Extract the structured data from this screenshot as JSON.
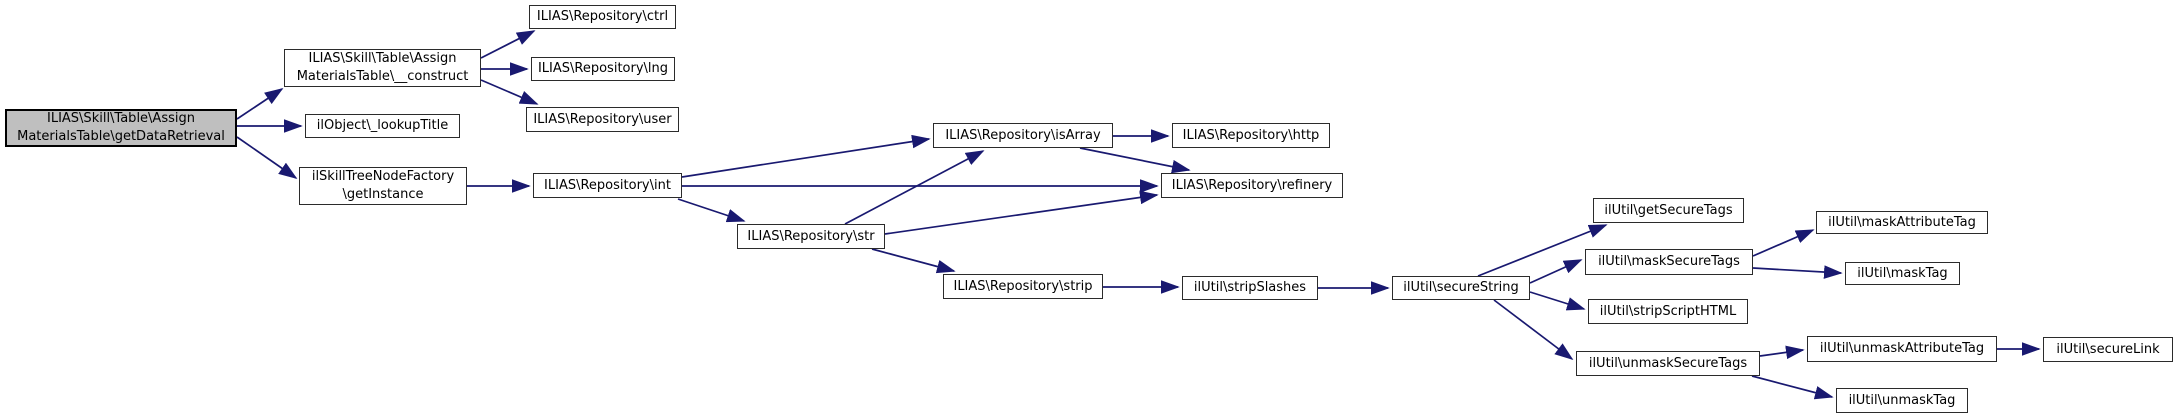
{
  "diagram": {
    "type": "doxygen-call-graph",
    "accent_color": "#191970",
    "node_fill": "#ffffff",
    "root_fill": "#bfbfbf",
    "border_color": "#2b2b2b"
  },
  "nodes": {
    "getDataRetrieval": {
      "label": "ILIAS\\Skill\\Table\\Assign\nMaterialsTable\\getDataRetrieval",
      "root": true
    },
    "construct": {
      "label": "ILIAS\\Skill\\Table\\Assign\nMaterialsTable\\__construct"
    },
    "lookupTitle": {
      "label": "ilObject\\_lookupTitle"
    },
    "getInstance": {
      "label": "ilSkillTreeNodeFactory\n\\getInstance"
    },
    "ctrl": {
      "label": "ILIAS\\Repository\\ctrl"
    },
    "lng": {
      "label": "ILIAS\\Repository\\lng"
    },
    "user": {
      "label": "ILIAS\\Repository\\user"
    },
    "int": {
      "label": "ILIAS\\Repository\\int"
    },
    "isArray": {
      "label": "ILIAS\\Repository\\isArray"
    },
    "str": {
      "label": "ILIAS\\Repository\\str"
    },
    "strip": {
      "label": "ILIAS\\Repository\\strip"
    },
    "http": {
      "label": "ILIAS\\Repository\\http"
    },
    "refinery": {
      "label": "ILIAS\\Repository\\refinery"
    },
    "stripSlashes": {
      "label": "ilUtil\\stripSlashes"
    },
    "secureString": {
      "label": "ilUtil\\secureString"
    },
    "getSecureTags": {
      "label": "ilUtil\\getSecureTags"
    },
    "maskSecureTags": {
      "label": "ilUtil\\maskSecureTags"
    },
    "stripScriptHTML": {
      "label": "ilUtil\\stripScriptHTML"
    },
    "unmaskSecureTags": {
      "label": "ilUtil\\unmaskSecureTags"
    },
    "maskAttributeTag": {
      "label": "ilUtil\\maskAttributeTag"
    },
    "maskTag": {
      "label": "ilUtil\\maskTag"
    },
    "unmaskAttributeTag": {
      "label": "ilUtil\\unmaskAttributeTag"
    },
    "secureLink": {
      "label": "ilUtil\\secureLink"
    },
    "unmaskTag": {
      "label": "ilUtil\\unmaskTag"
    }
  },
  "edges": [
    {
      "from": "getDataRetrieval",
      "to": "construct"
    },
    {
      "from": "getDataRetrieval",
      "to": "lookupTitle"
    },
    {
      "from": "getDataRetrieval",
      "to": "getInstance"
    },
    {
      "from": "construct",
      "to": "ctrl"
    },
    {
      "from": "construct",
      "to": "lng"
    },
    {
      "from": "construct",
      "to": "user"
    },
    {
      "from": "getInstance",
      "to": "int"
    },
    {
      "from": "int",
      "to": "isArray"
    },
    {
      "from": "int",
      "to": "refinery"
    },
    {
      "from": "int",
      "to": "str"
    },
    {
      "from": "str",
      "to": "isArray"
    },
    {
      "from": "str",
      "to": "refinery"
    },
    {
      "from": "str",
      "to": "strip"
    },
    {
      "from": "isArray",
      "to": "http"
    },
    {
      "from": "isArray",
      "to": "refinery"
    },
    {
      "from": "strip",
      "to": "stripSlashes"
    },
    {
      "from": "stripSlashes",
      "to": "secureString"
    },
    {
      "from": "secureString",
      "to": "getSecureTags"
    },
    {
      "from": "secureString",
      "to": "maskSecureTags"
    },
    {
      "from": "secureString",
      "to": "stripScriptHTML"
    },
    {
      "from": "secureString",
      "to": "unmaskSecureTags"
    },
    {
      "from": "maskSecureTags",
      "to": "maskAttributeTag"
    },
    {
      "from": "maskSecureTags",
      "to": "maskTag"
    },
    {
      "from": "unmaskSecureTags",
      "to": "unmaskAttributeTag"
    },
    {
      "from": "unmaskSecureTags",
      "to": "unmaskTag"
    },
    {
      "from": "unmaskAttributeTag",
      "to": "secureLink"
    }
  ]
}
